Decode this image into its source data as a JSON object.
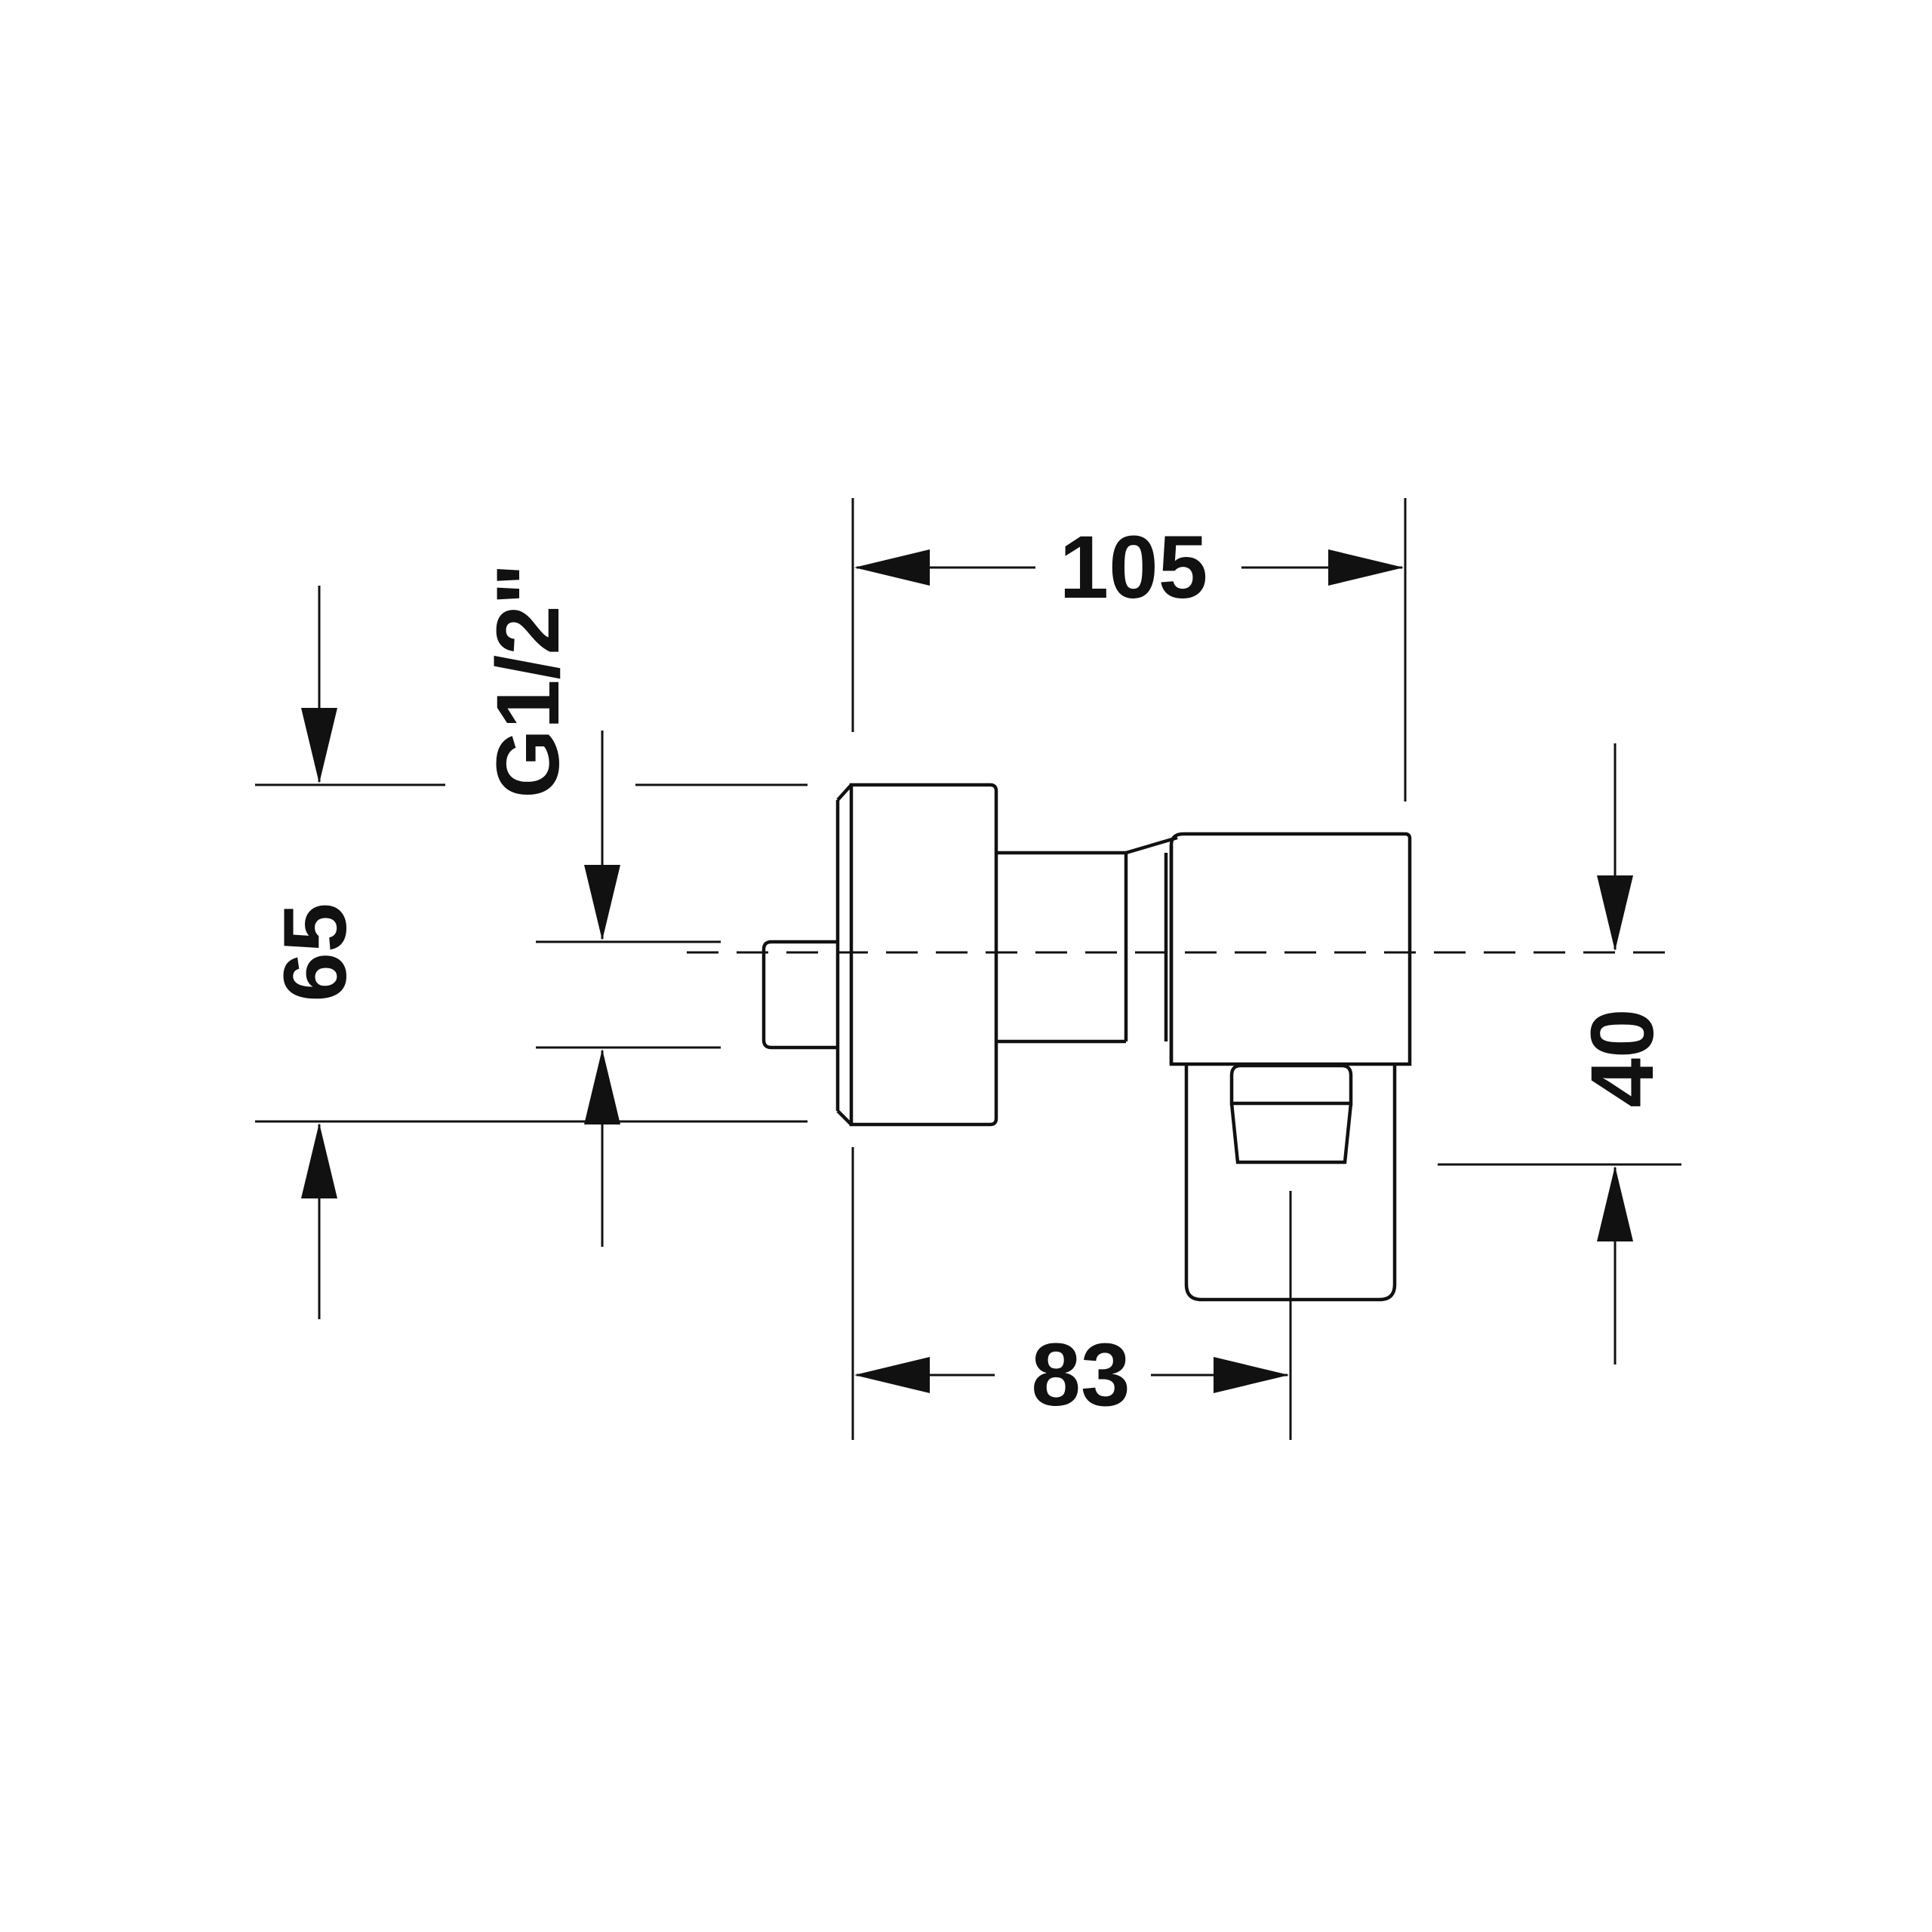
{
  "dimensions": {
    "width_105": "105",
    "projection_83": "83",
    "height_65": "65",
    "offset_40": "40",
    "thread": "G1/2\""
  },
  "colors": {
    "line": "#111111",
    "background": "#ffffff"
  }
}
